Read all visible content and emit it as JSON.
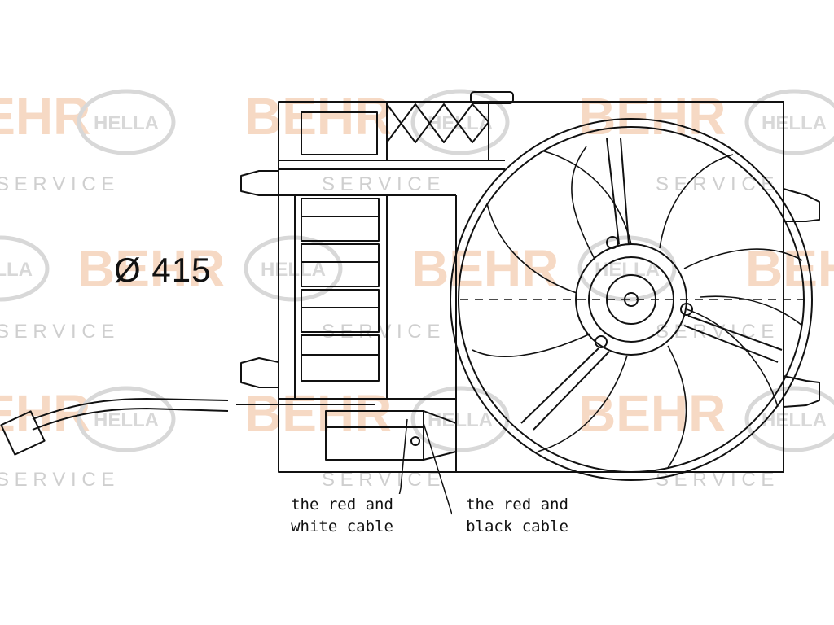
{
  "watermark": {
    "brand": "HELLA",
    "logo_text": "BEHR",
    "service_text": "S E R V I C E",
    "colors": {
      "behr": "#f6d9c4",
      "hella": "#d8d8d8",
      "service": "#cfcfcf"
    }
  },
  "dimension": {
    "label": "Ø 415"
  },
  "callouts": [
    {
      "line1": "the red and",
      "line2": "white cable"
    },
    {
      "line1": "the red and",
      "line2": "black cable"
    }
  ],
  "colors": {
    "line": "#111111",
    "background": "#ffffff"
  }
}
